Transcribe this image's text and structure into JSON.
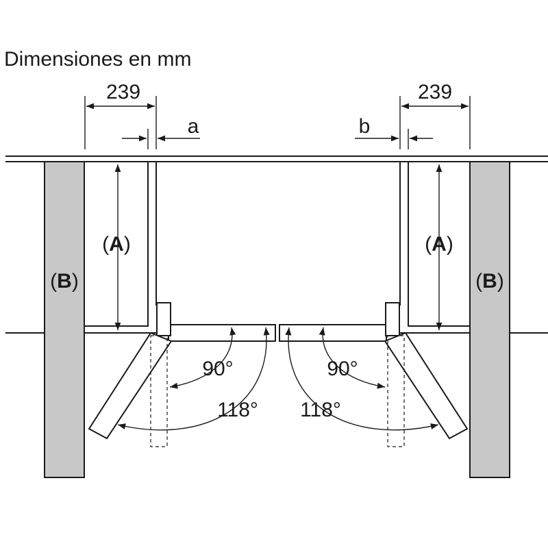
{
  "title": "Dimensiones en mm",
  "dimensions": {
    "left_width": "239",
    "right_width": "239",
    "left_gap": "a",
    "right_gap": "b"
  },
  "labels": {
    "depth_label": "A",
    "wall_label": "B"
  },
  "angles": {
    "left_open_90": "90°",
    "left_open_118": "118°",
    "right_open_90": "90°",
    "right_open_118": "118°"
  },
  "colors": {
    "line": "#1a1a1a",
    "wall_fill": "#c8c8c8",
    "background": "#ffffff"
  }
}
